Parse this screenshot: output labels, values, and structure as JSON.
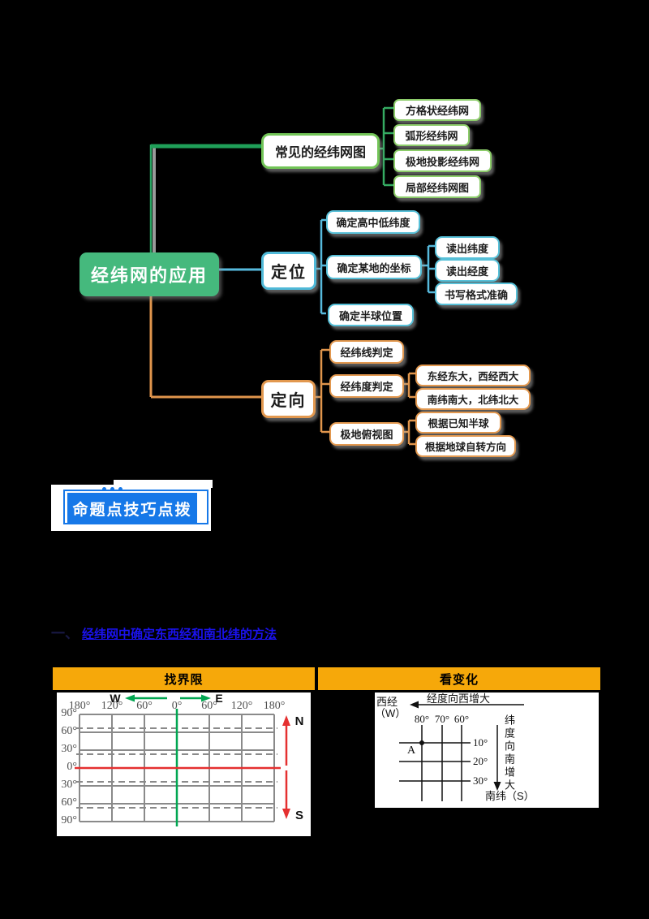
{
  "mindmap": {
    "root": "经纬网的应用",
    "common": {
      "label": "常见的经纬网图",
      "children": [
        "方格状经纬网",
        "弧形经纬网",
        "极地投影经纬网",
        "局部经纬网图"
      ]
    },
    "locate": {
      "label": "定位",
      "children": [
        "确定高中低纬度",
        "确定某地的坐标",
        "确定半球位置"
      ],
      "coord": [
        "读出纬度",
        "读出经度",
        "书写格式准确"
      ]
    },
    "direction": {
      "label": "定向",
      "children": [
        "经纬线判定",
        "经纬度判定",
        "极地俯视图"
      ],
      "degree": [
        "东经东大，西经西大",
        "南纬南大，北纬北大"
      ],
      "polar": [
        "根据已知半球",
        "根据地球自转方向"
      ]
    }
  },
  "badge": {
    "label": "命题点技巧点拨"
  },
  "section": {
    "number": "一、",
    "title": "经纬网中确定东西经和南北纬的方法"
  },
  "table": {
    "headers": [
      "找界限",
      "看变化"
    ],
    "left_diagram": {
      "west": "W",
      "east": "E",
      "top_ticks": [
        "180°",
        "120°",
        "60°",
        "0°",
        "60°",
        "120°",
        "180°"
      ],
      "side_ticks": [
        "90°",
        "60°",
        "30°",
        "0°",
        "30°",
        "60°",
        "90°"
      ],
      "north": "N",
      "south": "S"
    },
    "right_diagram": {
      "top_text": "经度向西增大",
      "west_line1": "西经",
      "west_line2": "（W）",
      "lon_ticks": [
        "80°",
        "70°",
        "60°"
      ],
      "lat_ticks": [
        "10°",
        "20°",
        "30°"
      ],
      "point": "A",
      "side_text": "纬度向南增大",
      "south_text": "南纬（S）"
    }
  },
  "colors": {
    "root_green": "#45b97d",
    "branch_green_border": "#72c457",
    "connector_green": "#1f9f58",
    "connector_blue": "#56b9dc",
    "connector_orange": "#e0954c",
    "badge_blue": "#1678e8",
    "header_yellow": "#f6a80a",
    "equator_red": "#e53030",
    "meridian_green": "#00a651",
    "title_blue": "#1a12ee"
  }
}
